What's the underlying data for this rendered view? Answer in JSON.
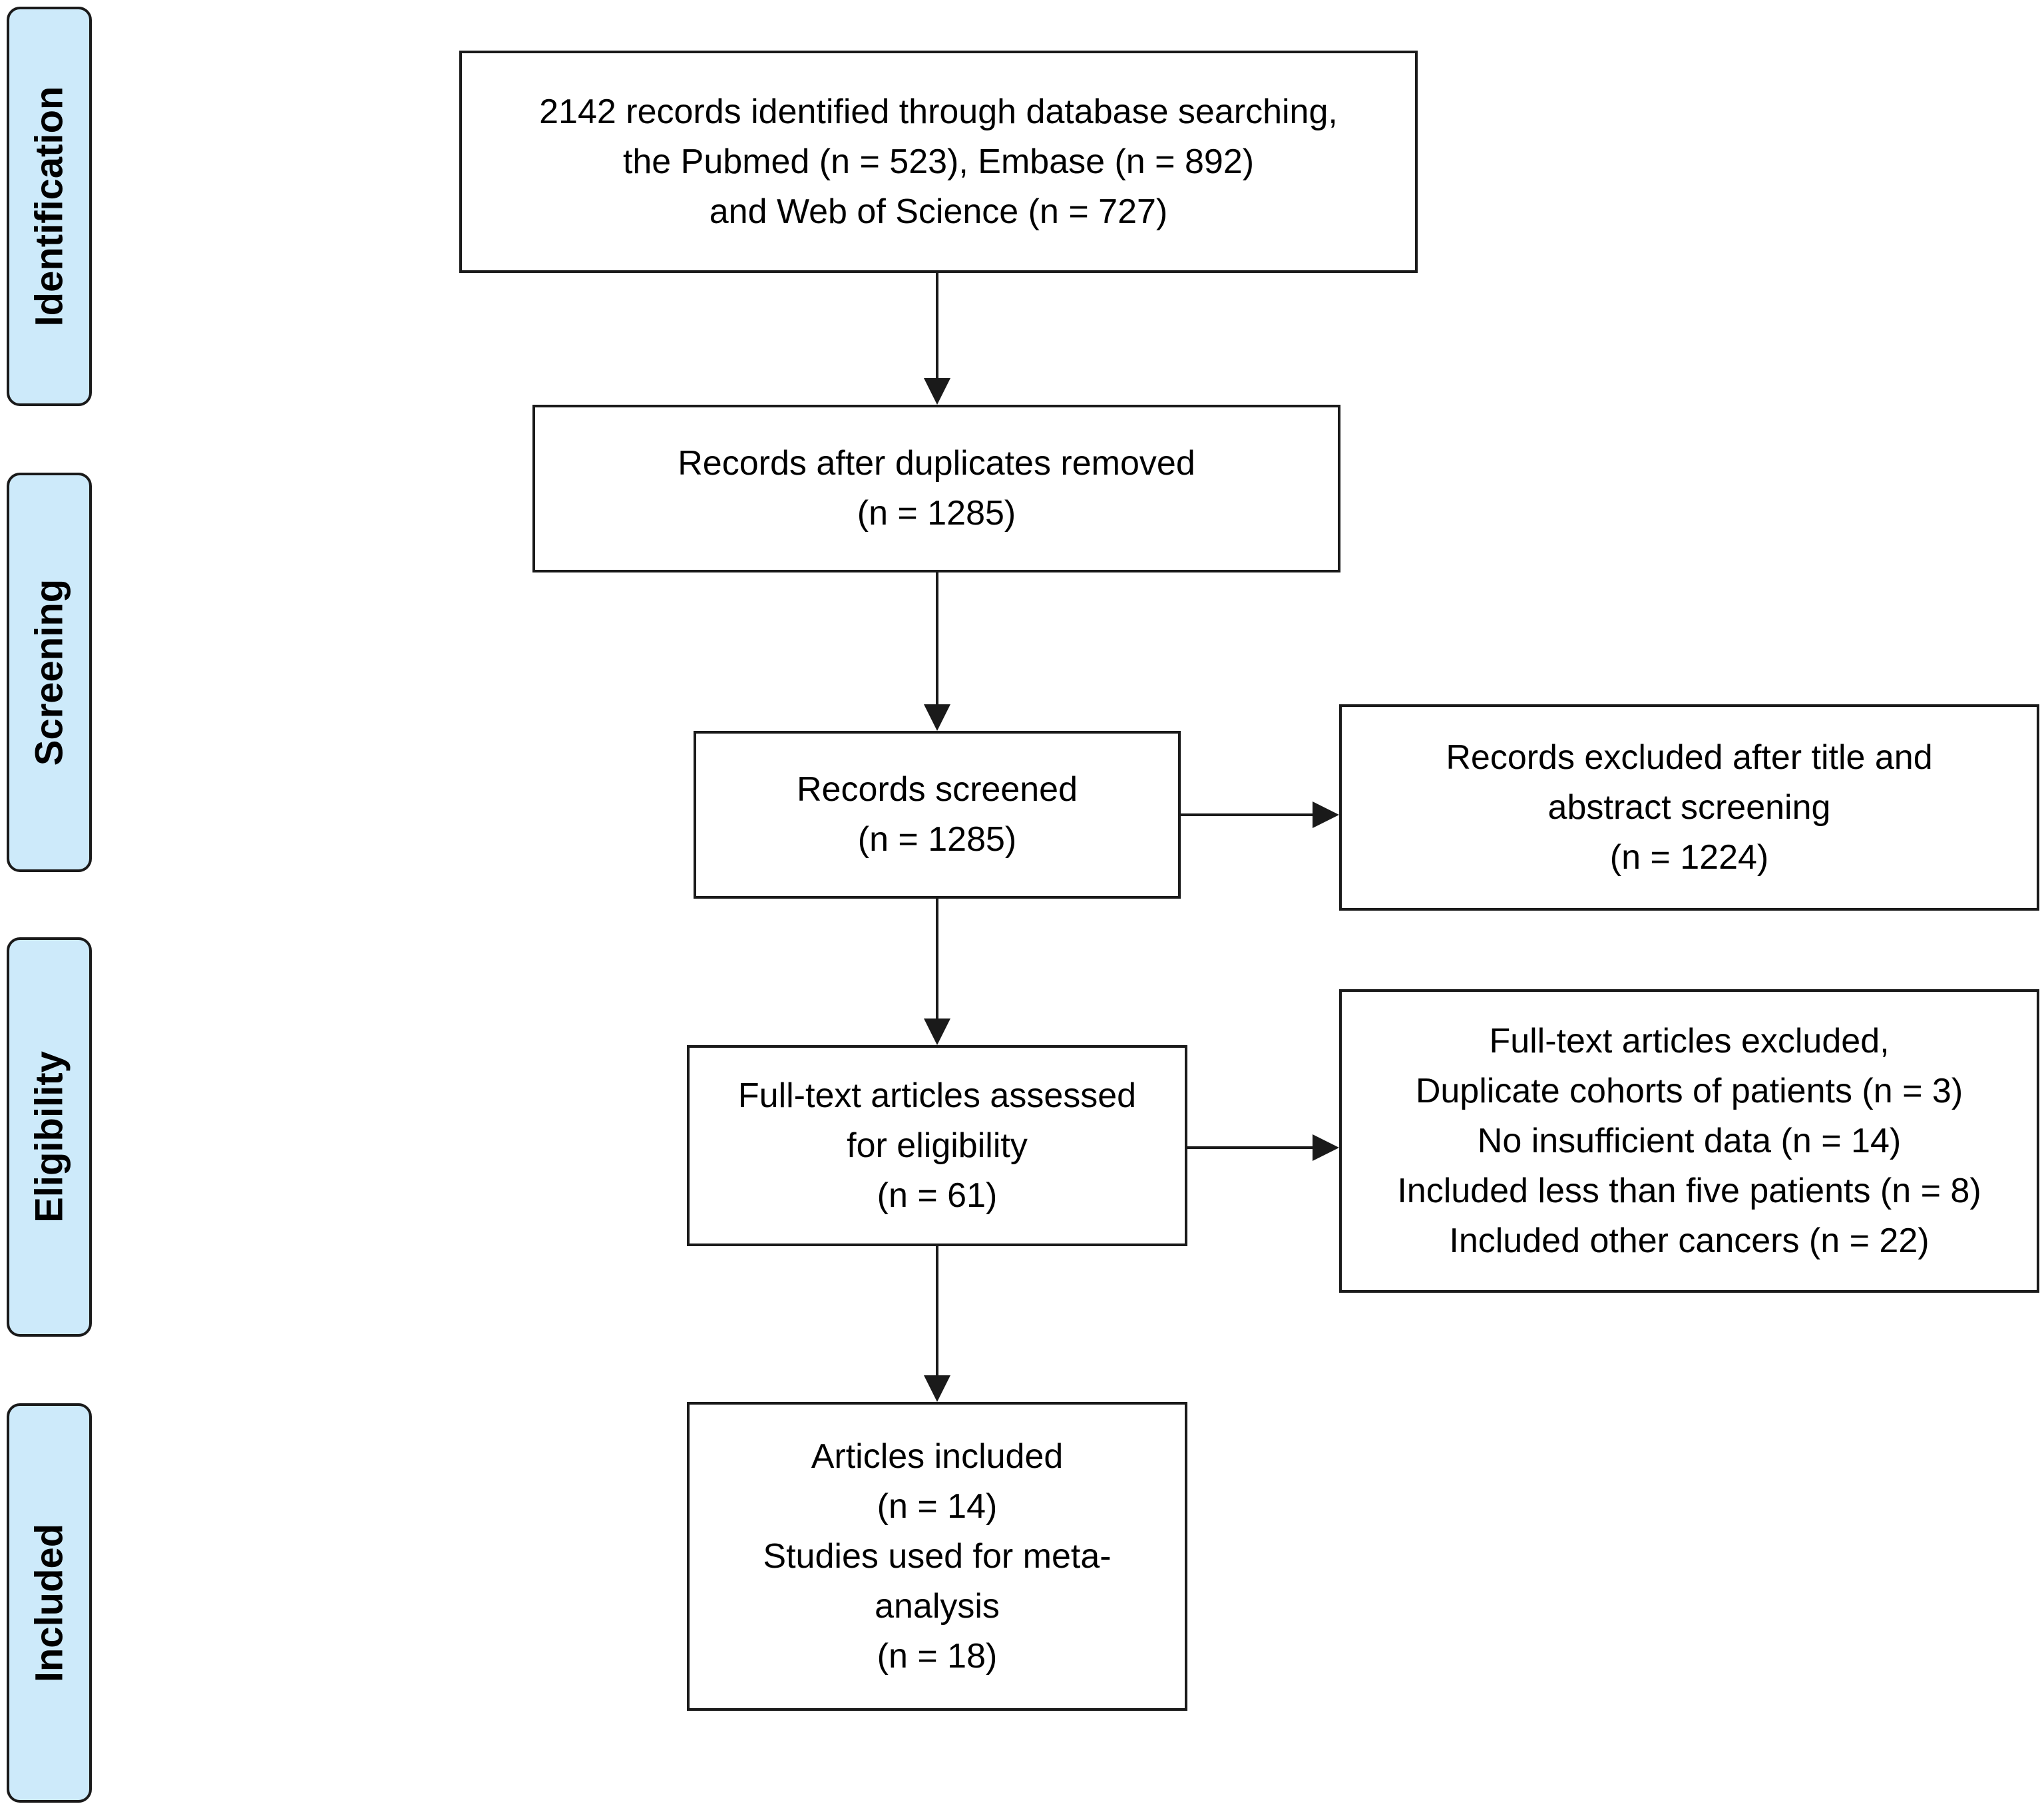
{
  "stages": [
    {
      "id": "identification",
      "label": "Identification"
    },
    {
      "id": "screening",
      "label": "Screening"
    },
    {
      "id": "eligibility",
      "label": "Eligibility"
    },
    {
      "id": "included",
      "label": "Included"
    }
  ],
  "boxes": {
    "records_identified": {
      "lines": [
        "2142 records identified through database searching,",
        "the Pubmed (n = 523), Embase (n = 892)",
        "and Web of Science (n = 727)"
      ]
    },
    "duplicates_removed": {
      "lines": [
        "Records after duplicates removed",
        "(n = 1285)"
      ]
    },
    "records_screened": {
      "lines": [
        "Records screened",
        "(n = 1285)"
      ]
    },
    "records_excluded": {
      "lines": [
        "Records excluded after title and",
        "abstract screening",
        "(n = 1224)"
      ]
    },
    "fulltext_assessed": {
      "lines": [
        "Full-text articles assessed",
        "for eligibility",
        "(n = 61)"
      ]
    },
    "fulltext_excluded": {
      "lines": [
        "Full-text articles excluded,",
        "Duplicate cohorts of patients (n = 3)",
        "No insufficient data (n = 14)",
        "Included less than five patients (n = 8)",
        "Included other cancers (n = 22)"
      ]
    },
    "articles_included": {
      "lines": [
        "Articles included",
        "(n = 14)",
        "Studies used for meta-",
        "analysis",
        "(n = 18)"
      ]
    }
  },
  "colors": {
    "stage_fill": "#cdeafa",
    "stroke": "#1a1a1a"
  }
}
